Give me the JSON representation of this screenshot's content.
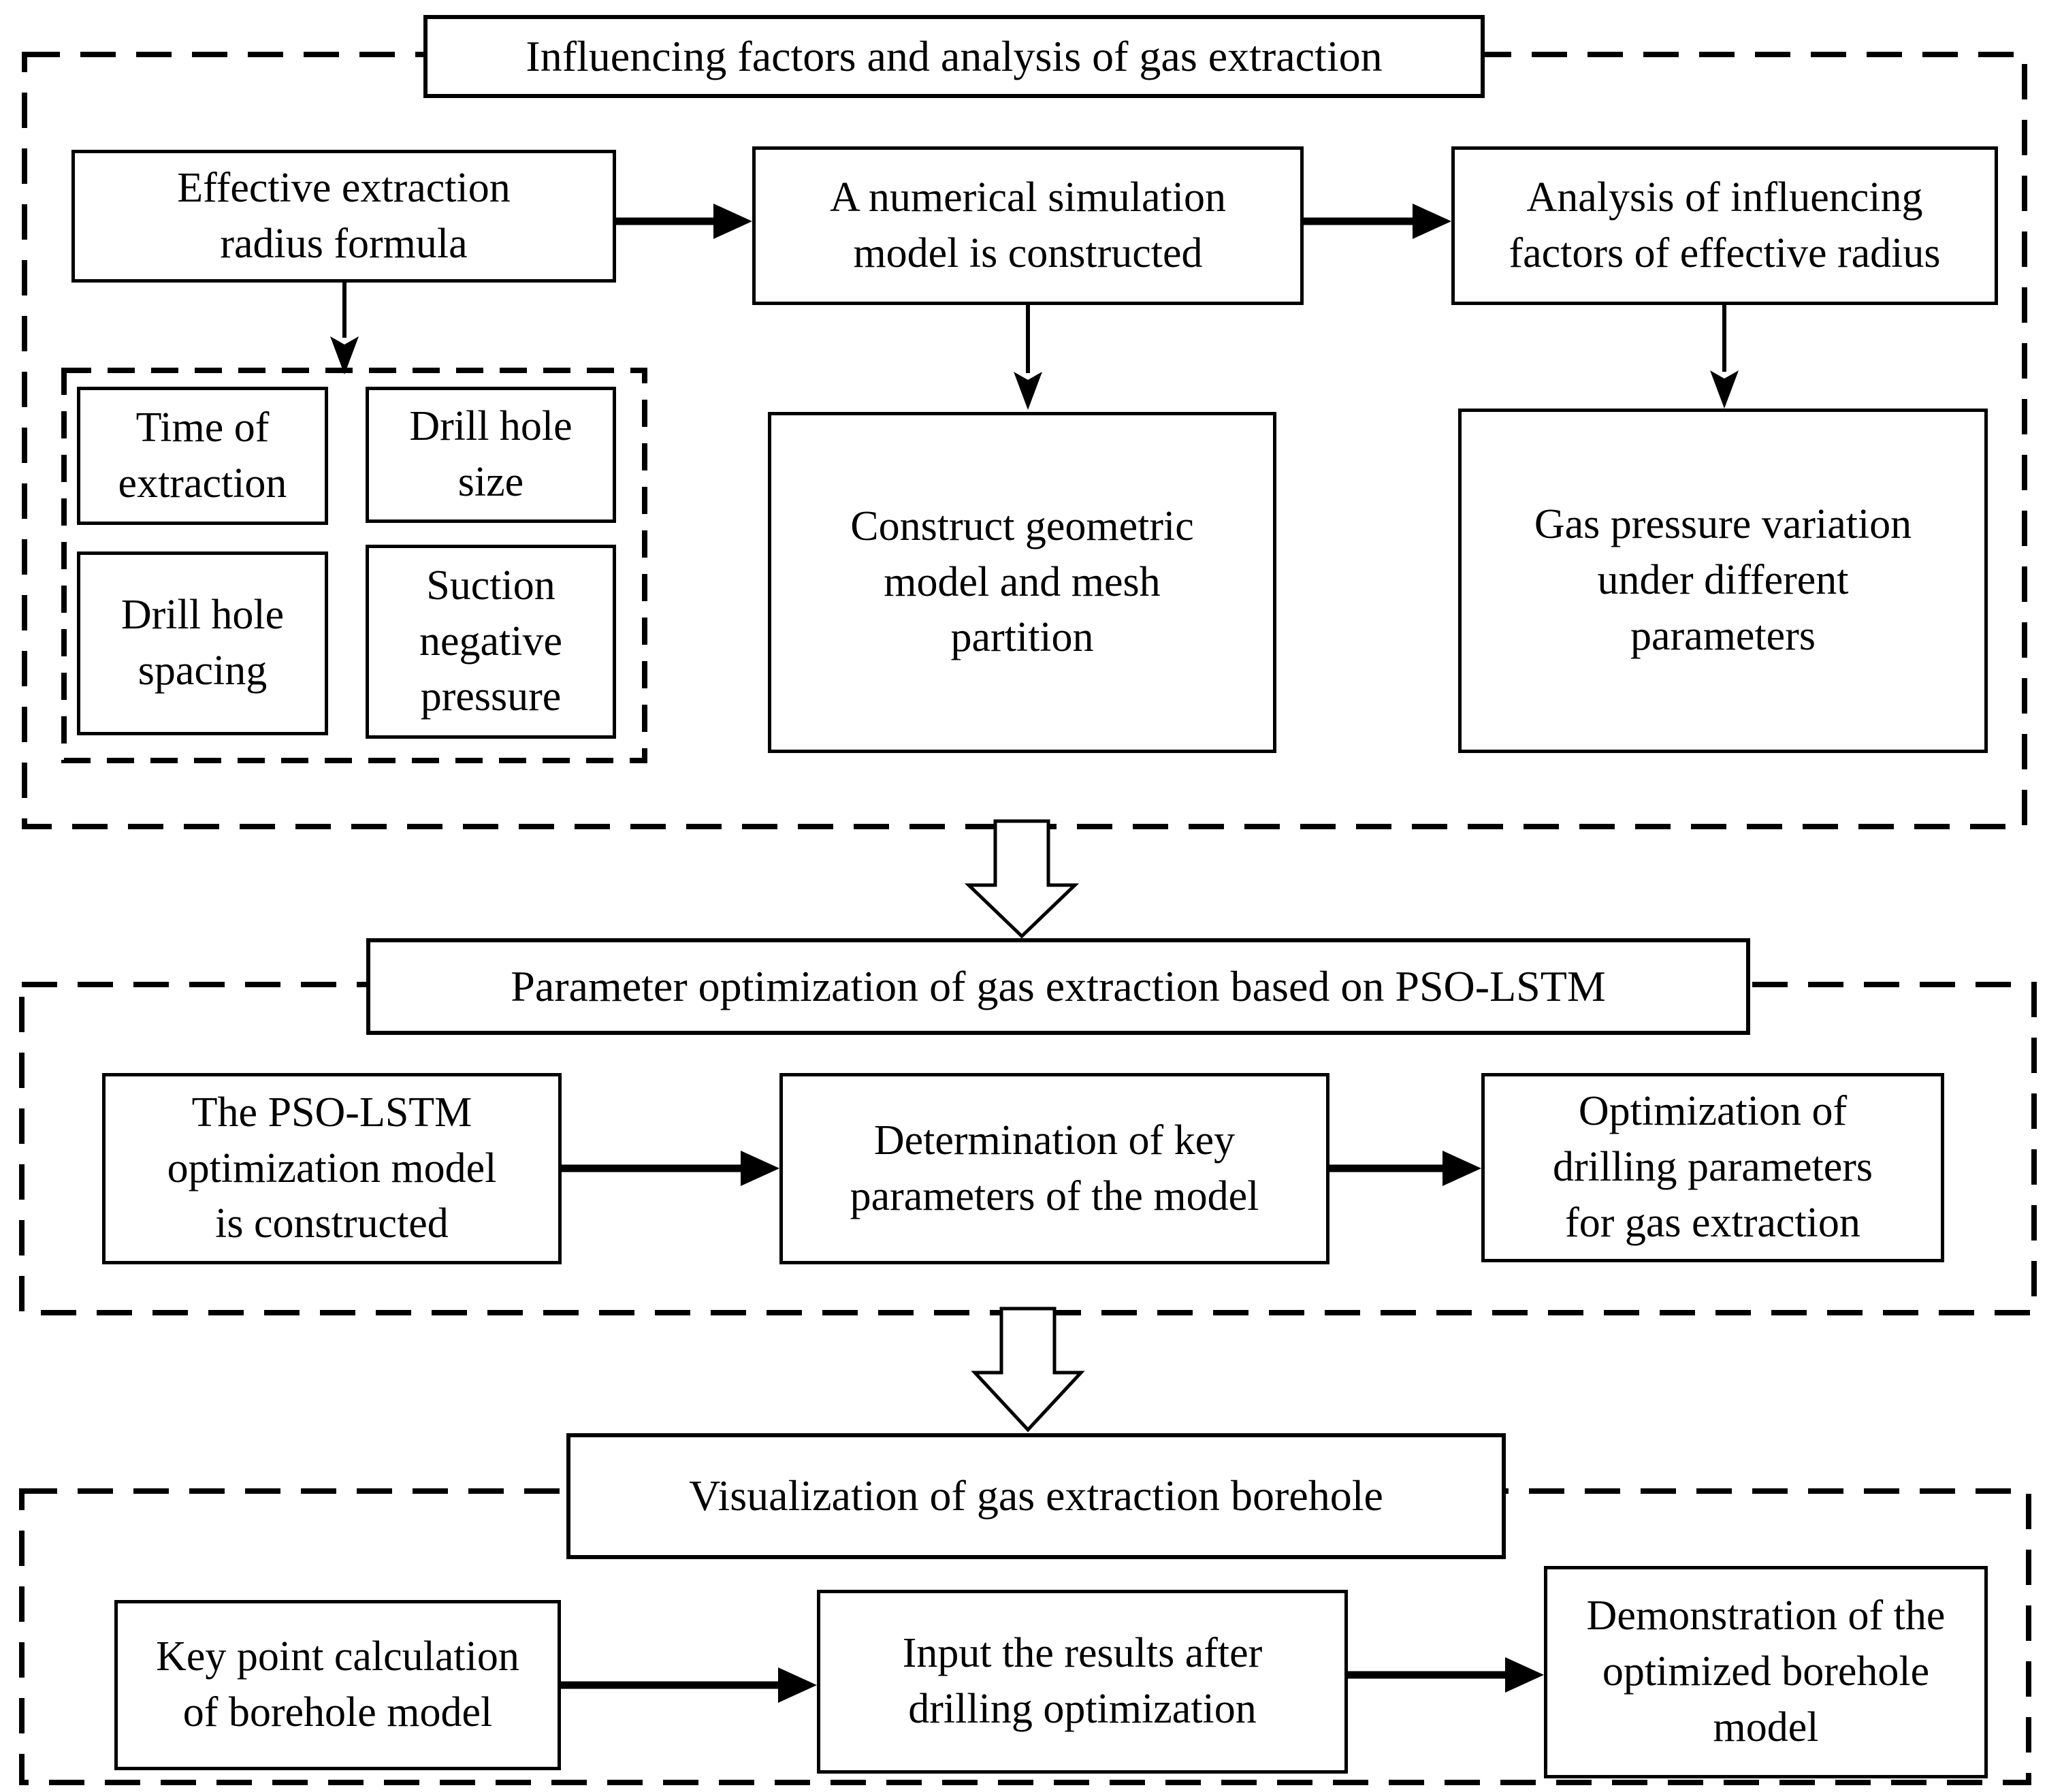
{
  "colors": {
    "line": "#000000",
    "background": "#ffffff"
  },
  "section1": {
    "title": "Influencing factors and analysis of gas extraction",
    "box_radius_formula": "Effective extraction\nradius formula",
    "box_numerical_model": "A numerical simulation\nmodel is constructed",
    "box_analysis_factors": "Analysis of influencing\nfactors of effective radius",
    "factor_time": "Time of\nextraction",
    "factor_size": "Drill hole\nsize",
    "factor_spacing": "Drill hole\nspacing",
    "factor_suction": "Suction\nnegative\npressure",
    "box_geometric_model": "Construct geometric\nmodel and mesh\npartition",
    "box_gas_pressure": "Gas pressure variation\nunder different\nparameters"
  },
  "section2": {
    "title": "Parameter optimization of gas extraction based on PSO-LSTM",
    "box_pso_lstm": "The PSO-LSTM\noptimization model\nis constructed",
    "box_key_parameters": "Determination of key\nparameters of the model",
    "box_drilling_optimization": "Optimization of\ndrilling parameters\nfor gas extraction"
  },
  "section3": {
    "title": "Visualization of gas extraction borehole",
    "box_key_point": "Key point calculation\nof borehole model",
    "box_input_results": "Input the results after\ndrilling optimization",
    "box_demonstration": "Demonstration of the\noptimized borehole\nmodel"
  }
}
